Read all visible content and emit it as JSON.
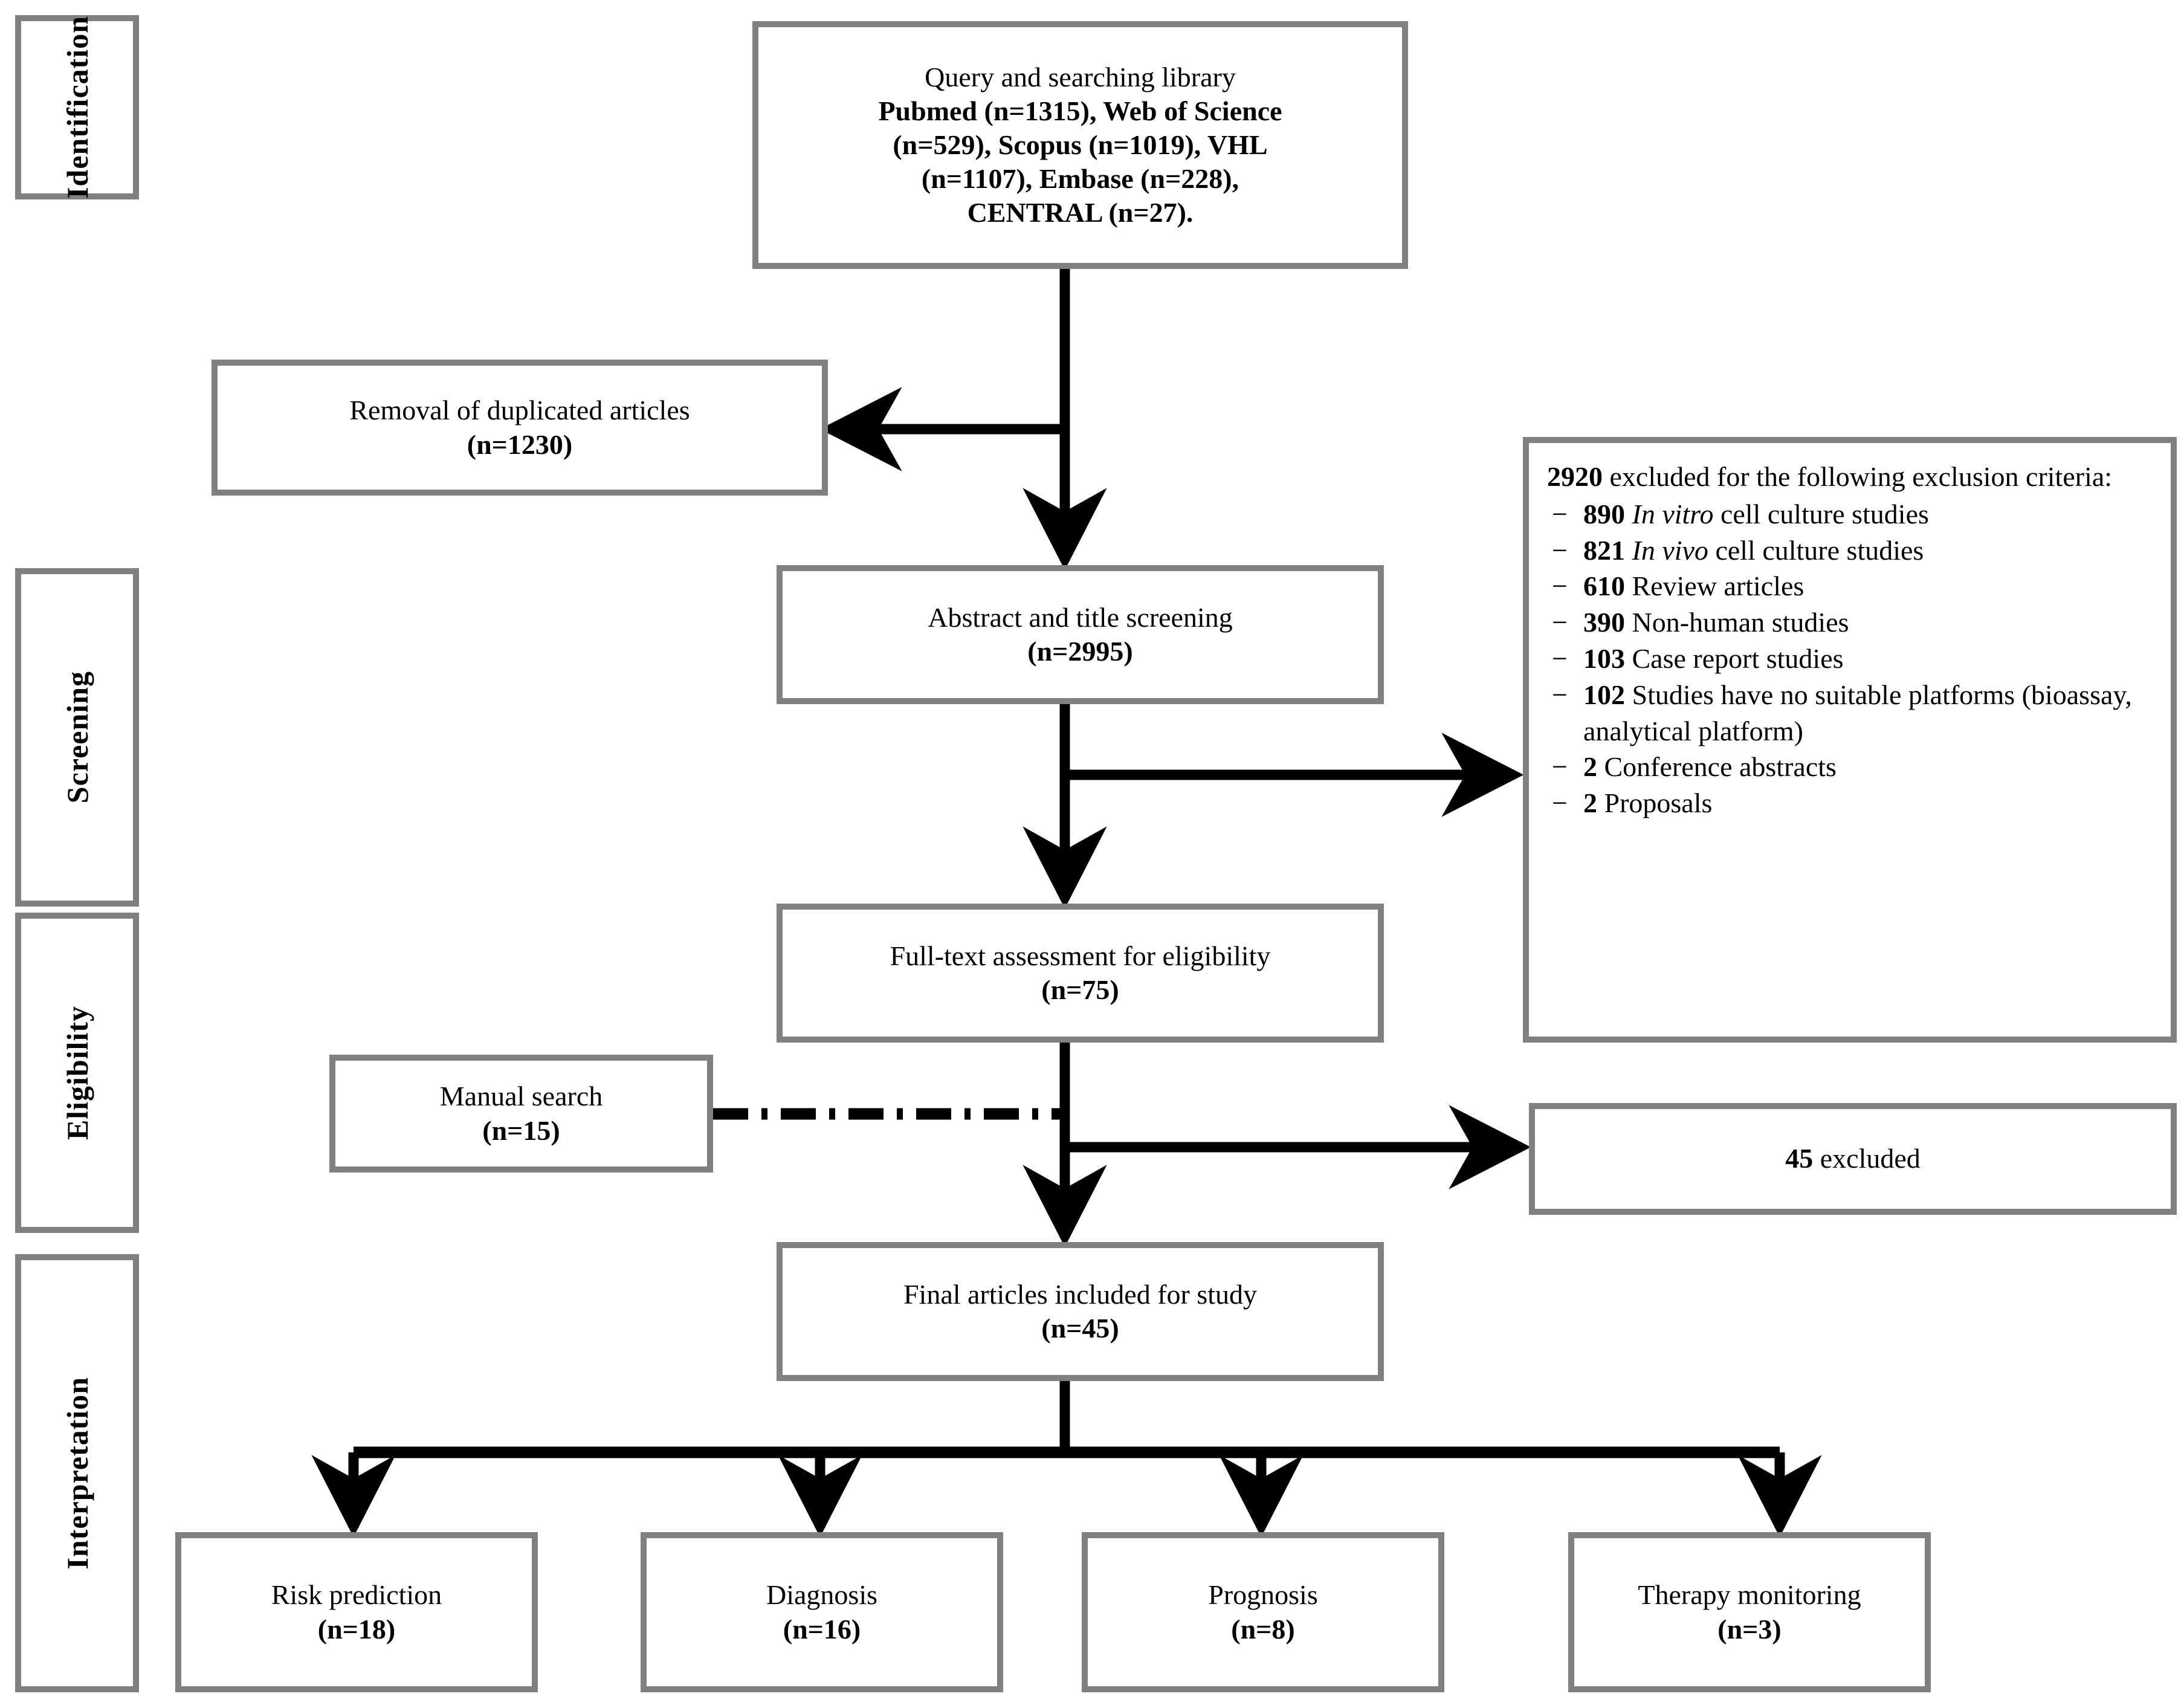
{
  "diagram": {
    "title": "PRISMA study selection flow diagram",
    "colors": {
      "box_border": "#808080",
      "line": "#000000",
      "background": "#ffffff"
    }
  },
  "stages": [
    {
      "label": "Identification"
    },
    {
      "label": "Screening"
    },
    {
      "label": "Eligibility"
    },
    {
      "label": "Interpretation"
    }
  ],
  "boxes": {
    "query": {
      "line1": "Query and searching library",
      "line2": "Pubmed (n=1315), Web of Science",
      "line3": "(n=529), Scopus (n=1019), VHL",
      "line4": "(n=1107), Embase (n=228),",
      "line5": "CENTRAL (n=27)."
    },
    "duplicates": {
      "line1": "Removal of duplicated articles",
      "count": "(n=1230)"
    },
    "screening": {
      "line1": "Abstract and title screening",
      "count": "(n=2995)"
    },
    "fulltext": {
      "line1": "Full-text assessment for eligibility",
      "count": "(n=75)"
    },
    "manual": {
      "line1": "Manual search",
      "count": "(n=15)"
    },
    "excluded45": {
      "count": "45",
      "label": "excluded"
    },
    "final": {
      "line1": "Final articles included for study",
      "count": "(n=45)"
    }
  },
  "exclusion": {
    "head_count": "2920",
    "head_text": "excluded for the following exclusion criteria:",
    "dash": "−",
    "items": [
      {
        "count": "890",
        "em": "In vitro",
        "text": "cell culture studies"
      },
      {
        "count": "821",
        "em": "In vivo",
        "text": "cell culture studies"
      },
      {
        "count": "610",
        "em": "",
        "text": "Review articles"
      },
      {
        "count": "390",
        "em": "",
        "text": "Non-human studies"
      },
      {
        "count": "103",
        "em": "",
        "text": "Case report studies"
      },
      {
        "count": "102",
        "em": "",
        "text": "Studies have no suitable platforms (bioassay, analytical platform)"
      },
      {
        "count": "2",
        "em": "",
        "text": "Conference abstracts"
      },
      {
        "count": "2",
        "em": "",
        "text": "Proposals"
      }
    ]
  },
  "outcomes": [
    {
      "label": "Risk prediction",
      "count": "(n=18)"
    },
    {
      "label": "Diagnosis",
      "count": "(n=16)"
    },
    {
      "label": "Prognosis",
      "count": "(n=8)"
    },
    {
      "label": "Therapy monitoring",
      "count": "(n=3)"
    }
  ],
  "chart_data": {
    "type": "table",
    "title": "PRISMA study selection flow",
    "nodes": [
      {
        "id": "query",
        "stage": "Identification",
        "label": "Query and searching library",
        "sources": [
          {
            "name": "Pubmed",
            "n": 1315
          },
          {
            "name": "Web of Science",
            "n": 529
          },
          {
            "name": "Scopus",
            "n": 1019
          },
          {
            "name": "VHL",
            "n": 1107
          },
          {
            "name": "Embase",
            "n": 228
          },
          {
            "name": "CENTRAL",
            "n": 27
          }
        ]
      },
      {
        "id": "duplicates",
        "stage": "Identification",
        "label": "Removal of duplicated articles",
        "n": 1230
      },
      {
        "id": "screening",
        "stage": "Screening",
        "label": "Abstract and title screening",
        "n": 2995
      },
      {
        "id": "excluded_screening",
        "stage": "Screening",
        "label": "Excluded for exclusion criteria",
        "n": 2920
      },
      {
        "id": "fulltext",
        "stage": "Eligibility",
        "label": "Full-text assessment for eligibility",
        "n": 75
      },
      {
        "id": "manual",
        "stage": "Eligibility",
        "label": "Manual search",
        "n": 15
      },
      {
        "id": "excluded45",
        "stage": "Eligibility",
        "label": "excluded",
        "n": 45
      },
      {
        "id": "final",
        "stage": "Interpretation",
        "label": "Final articles included for study",
        "n": 45
      },
      {
        "id": "risk",
        "stage": "Interpretation",
        "label": "Risk prediction",
        "n": 18
      },
      {
        "id": "diagnosis",
        "stage": "Interpretation",
        "label": "Diagnosis",
        "n": 16
      },
      {
        "id": "prognosis",
        "stage": "Interpretation",
        "label": "Prognosis",
        "n": 8
      },
      {
        "id": "therapy",
        "stage": "Interpretation",
        "label": "Therapy monitoring",
        "n": 3
      }
    ],
    "exclusion_breakdown": {
      "total": 2920,
      "categories": [
        "In vitro cell culture studies",
        "In vivo cell culture studies",
        "Review articles",
        "Non-human studies",
        "Case report studies",
        "Studies have no suitable platforms (bioassay, analytical platform)",
        "Conference abstracts",
        "Proposals"
      ],
      "values": [
        890,
        821,
        610,
        390,
        103,
        102,
        2,
        2
      ]
    },
    "outcome_breakdown": {
      "categories": [
        "Risk prediction",
        "Diagnosis",
        "Prognosis",
        "Therapy monitoring"
      ],
      "values": [
        18,
        16,
        8,
        3
      ]
    }
  }
}
